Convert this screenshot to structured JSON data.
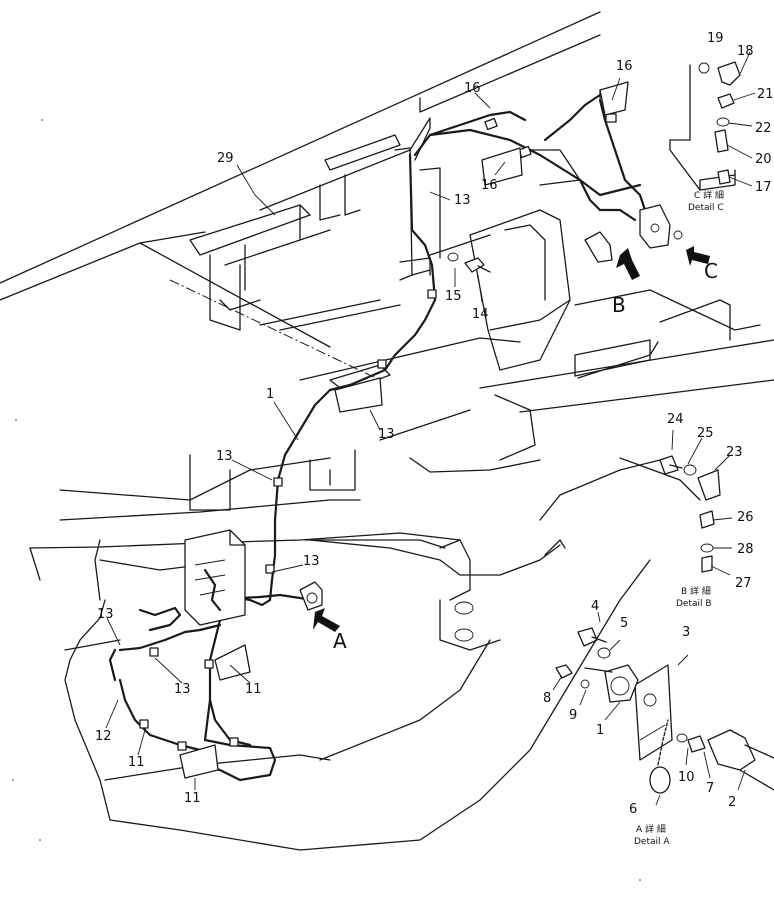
{
  "parts": {
    "p1_top": "1",
    "p1_detail_a": "1",
    "p2": "2",
    "p3": "3",
    "p4": "4",
    "p5": "5",
    "p6": "6",
    "p7": "7",
    "p8": "8",
    "p9": "9",
    "p10": "10",
    "p11_a": "11",
    "p11_b": "11",
    "p11_c": "11",
    "p12": "12",
    "p13_a": "13",
    "p13_b": "13",
    "p13_c": "13",
    "p13_d": "13",
    "p13_e": "13",
    "p13_f": "13",
    "p14": "14",
    "p15": "15",
    "p16_a": "16",
    "p16_b": "16",
    "p16_c": "16",
    "p17": "17",
    "p18": "18",
    "p19": "19",
    "p20": "20",
    "p21": "21",
    "p22": "22",
    "p23": "23",
    "p24": "24",
    "p25": "25",
    "p26": "26",
    "p27": "27",
    "p28": "28",
    "p29": "29"
  },
  "views": {
    "a": "A",
    "b": "B",
    "c": "C"
  },
  "details": {
    "a_jp": "A 詳 細",
    "a_en": "Detail A",
    "b_jp": "B 詳 細",
    "b_en": "Detail B",
    "c_jp": "C 詳 細",
    "c_en": "Detail C"
  }
}
